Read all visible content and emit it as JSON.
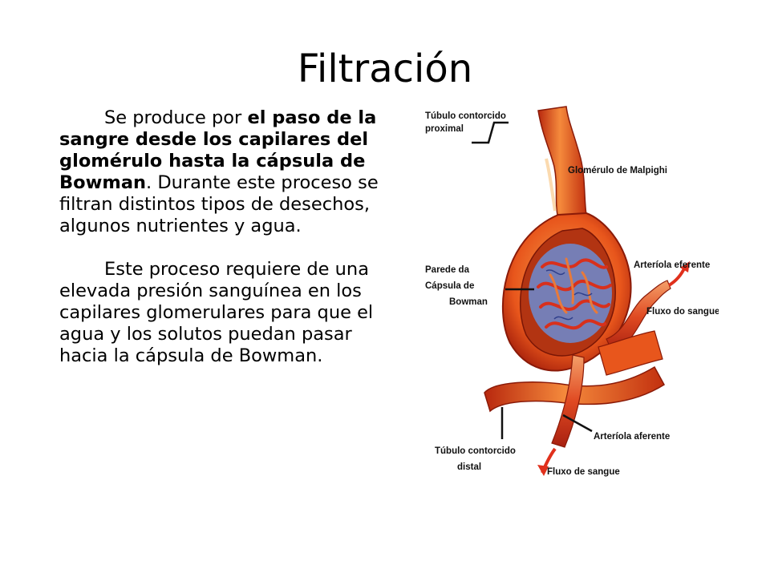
{
  "slide": {
    "title": "Filtración",
    "paragraphs": [
      {
        "part1": "Se produce por ",
        "bold": "el paso de la sangre  desde los capilares del glomérulo hasta la cápsula de Bowman",
        "part2": ". Durante este proceso  se filtran distintos tipos de desechos, algunos nutrientes y agua."
      },
      {
        "text": "Este proceso requiere de una elevada presión sanguínea en los capilares glomerulares para que el agua y los solutos puedan pasar hacia la cápsula de Bowman."
      }
    ]
  },
  "diagram": {
    "labels": {
      "tubulo_proximal_1": "Túbulo contorcido",
      "tubulo_proximal_2": "proximal",
      "glomerulo": "Glomérulo de Malpighi",
      "parede_1": "Parede da",
      "parede_2": "Cápsula de",
      "parede_3": "Bowman",
      "arteriola_eferente": "Arteríola eferente",
      "fluxo_do_sangue": "Fluxo do sangue",
      "arteriola_aferente": "Arteríola aferente",
      "tubulo_distal_1": "Túbulo contorcido",
      "tubulo_distal_2": "distal",
      "fluxo_de_sangue": "Fluxo de sangue"
    },
    "colors": {
      "tissue": "#e8561c",
      "tissue_light": "#f7a34d",
      "tissue_dark": "#a8220c",
      "capillary_blue": "#6f86c8",
      "vessel_red": "#d8301c",
      "arrow_red": "#e0301c"
    }
  }
}
